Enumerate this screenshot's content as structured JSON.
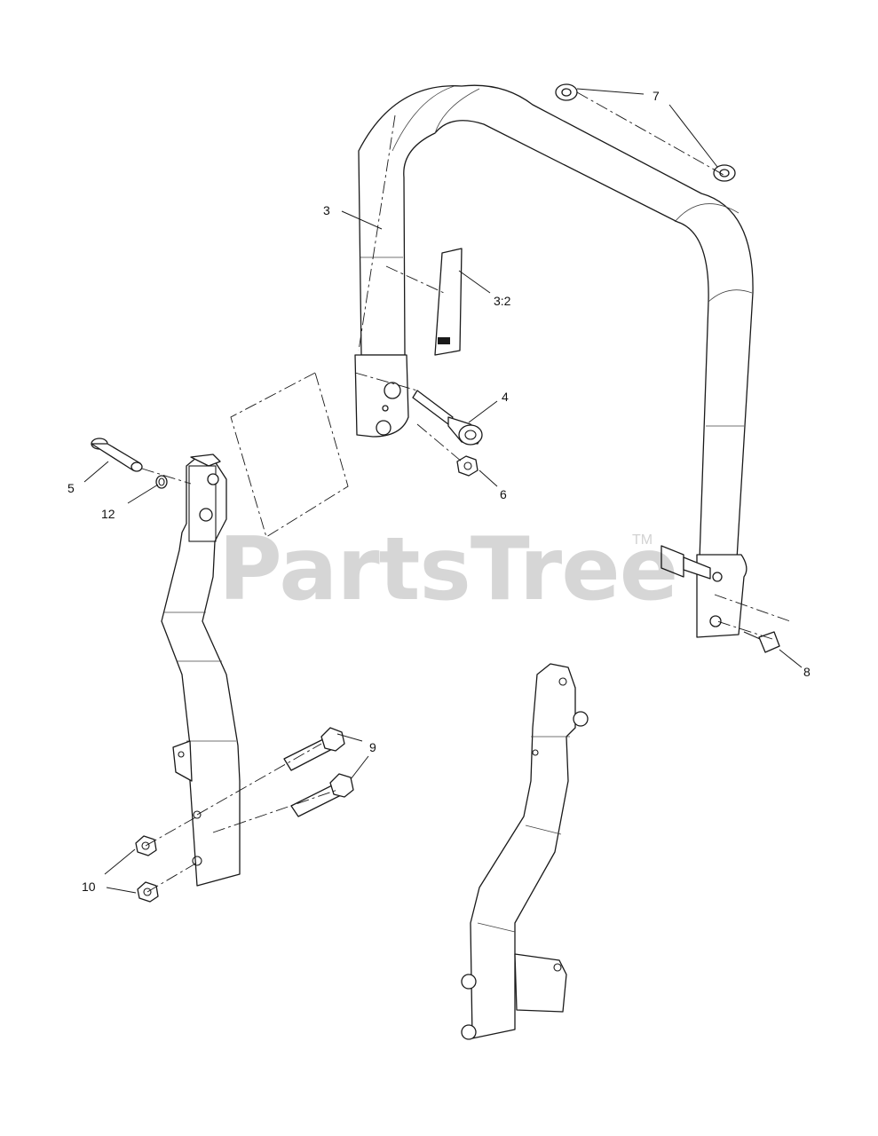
{
  "diagram": {
    "watermark": {
      "text": "PartsTree",
      "trademark": "TM"
    },
    "callouts": [
      "7",
      "3",
      "3:2",
      "4",
      "5",
      "12",
      "6",
      "8",
      "9",
      "10"
    ],
    "colors": {
      "line": "#1a1a1a",
      "background": "#ffffff",
      "watermark": "#c8c8c8"
    }
  }
}
